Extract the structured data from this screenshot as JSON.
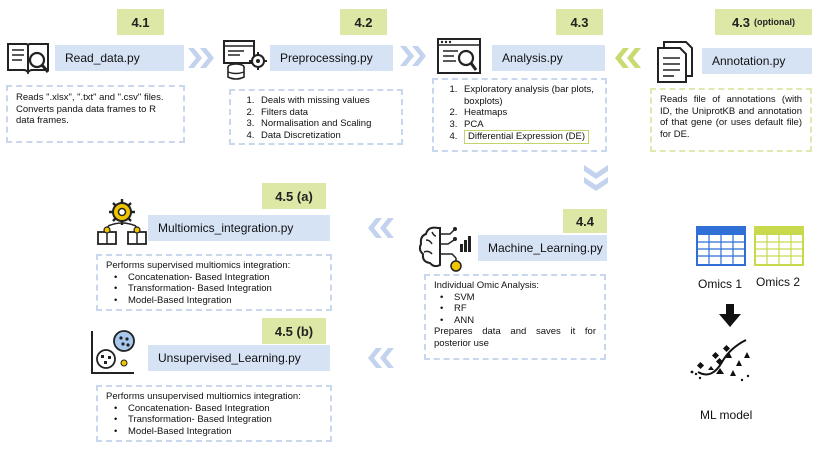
{
  "steps": {
    "s41": "4.1",
    "s42": "4.2",
    "s43": "4.3",
    "s43opt": "4.3",
    "s43opt_note": "(optional)",
    "s44": "4.4",
    "s45a": "4.5 (a)",
    "s45b": "4.5 (b)"
  },
  "modules": {
    "read": "Read_data.py",
    "prep": "Preprocessing.py",
    "analysis": "Analysis.py",
    "annotation": "Annotation.py",
    "ml": "Machine_Learning.py",
    "multi": "Multiomics_integration.py",
    "unsup": "Unsupervised_Learning.py"
  },
  "descriptions": {
    "read": "Reads \".xlsx\", \".txt\" and \".csv\" files. Converts panda data frames to R data frames.",
    "prep_items": [
      "Deals with missing values",
      "Filters data",
      "Normalisation and Scaling",
      "Data Discretization"
    ],
    "analysis_items": [
      "Exploratory analysis (bar plots, boxplots)",
      "Heatmaps",
      "PCA"
    ],
    "analysis_de": "Differential Expression (DE)",
    "annotation": "Reads file of annotations (with ID, the UniprotKB and annotation of that gene (or uses default file) for DE.",
    "ml_intro": "Individual Omic Analysis:",
    "ml_items": [
      "SVM",
      "RF",
      "ANN"
    ],
    "ml_outro": "Prepares data and saves it for posterior use",
    "multi_intro": "Performs supervised multiomics integration:",
    "multi_items": [
      "Concatenation- Based Integration",
      "Transformation- Based Integration",
      "Model-Based Integration"
    ],
    "unsup_intro": "Performs unsupervised multiomics integration:",
    "unsup_items": [
      "Concatenation- Based Integration",
      "Transformation- Based Integration",
      "Model-Based Integration"
    ]
  },
  "omics": {
    "omics1": "Omics 1",
    "omics2": "Omics 2",
    "ml_model": "ML model"
  },
  "colors": {
    "step_bg": "#dde8a6",
    "module_bg": "#d6e3f5",
    "chevron_blue": "#c3d3ee",
    "chevron_green": "#c9da72",
    "omics1_blue": "#2f6fd6",
    "omics2_green": "#c9d94e"
  },
  "icons": [
    "book-search-icon",
    "preprocessing-icon",
    "analysis-browser-icon",
    "annotation-document-icon",
    "brain-icon",
    "multiomics-gear-icon",
    "unsupervised-clusters-icon",
    "table-icon",
    "arrow-down-icon",
    "scatter-icon"
  ]
}
